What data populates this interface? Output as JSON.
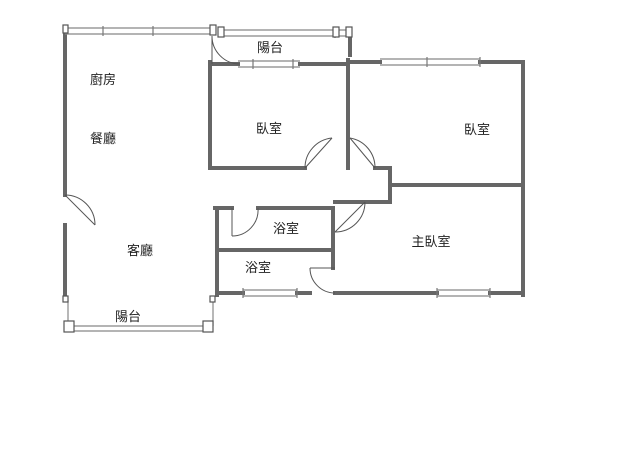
{
  "rooms": {
    "kitchen": "廚房",
    "dining": "餐廳",
    "living": "客廳",
    "balcony_top": "陽台",
    "balcony_bottom": "陽台",
    "bedroom_1": "臥室",
    "bedroom_2": "臥室",
    "bathroom_1": "浴室",
    "bathroom_2": "浴室",
    "master_bedroom": "主臥室"
  }
}
